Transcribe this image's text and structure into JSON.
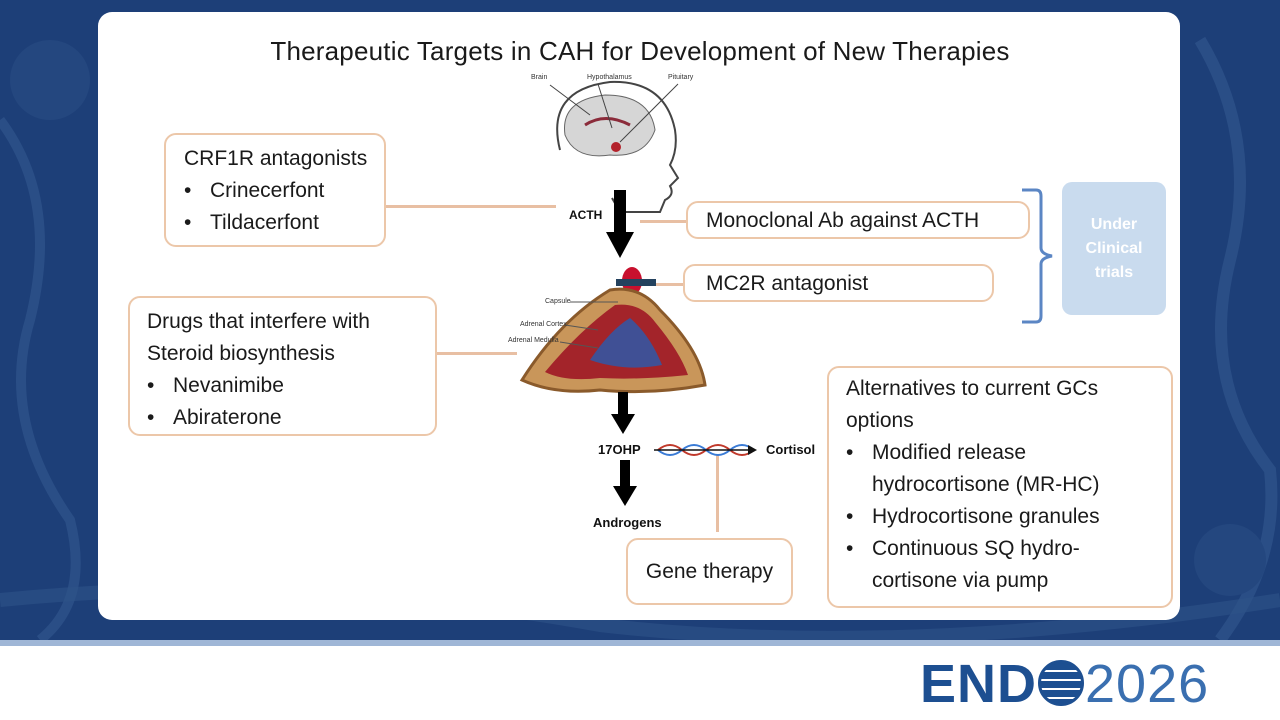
{
  "title": "Therapeutic Targets in CAH for Development of New Therapies",
  "crf1r_box": {
    "heading": "CRF1R antagonists",
    "items": [
      "Crinecerfont",
      "Tildacerfont"
    ],
    "highlighted": "Crinecerfont"
  },
  "steroid_box": {
    "heading_lines": [
      "Drugs that interfere with",
      "Steroid biosynthesis"
    ],
    "items": [
      "Nevanimibe",
      "Abiraterone"
    ]
  },
  "mab_box": {
    "label": "Monoclonal Ab against ACTH"
  },
  "mc2r_box": {
    "label": "MC2R antagonist"
  },
  "gene_box": {
    "label": "Gene therapy"
  },
  "alternatives_box": {
    "heading_lines": [
      "Alternatives to current GCs",
      "options"
    ],
    "items": [
      [
        "Modified release",
        "hydrocortisone (MR-HC)"
      ],
      [
        "Hydrocortisone granules"
      ],
      [
        "Continuous SQ hydro-",
        "cortisone via pump"
      ]
    ],
    "highlighted": "Modified release hydrocortisone (MR-HC)"
  },
  "status_badge": {
    "lines": [
      "Under",
      "Clinical",
      "trials"
    ]
  },
  "pathway": {
    "acth": "ACTH",
    "ohp": "17OHP",
    "cortisol": "Cortisol",
    "androgens": "Androgens"
  },
  "brain_labels": {
    "brain": "Brain",
    "hypothalamus": "Hypothalamus",
    "pituitary": "Pituitary"
  },
  "adrenal_labels": {
    "capsule": "Capsule",
    "cortex": "Adrenal Cortex",
    "medulla": "Adrenal Medulla"
  },
  "logo": {
    "word": "END",
    "year": "2026"
  },
  "colors": {
    "background": "#1d3f78",
    "box_border": "#ecc7a9",
    "highlight_ellipse": "#3cb371",
    "bracket": "#5b86c4",
    "status_fill": "#c9dbee"
  }
}
